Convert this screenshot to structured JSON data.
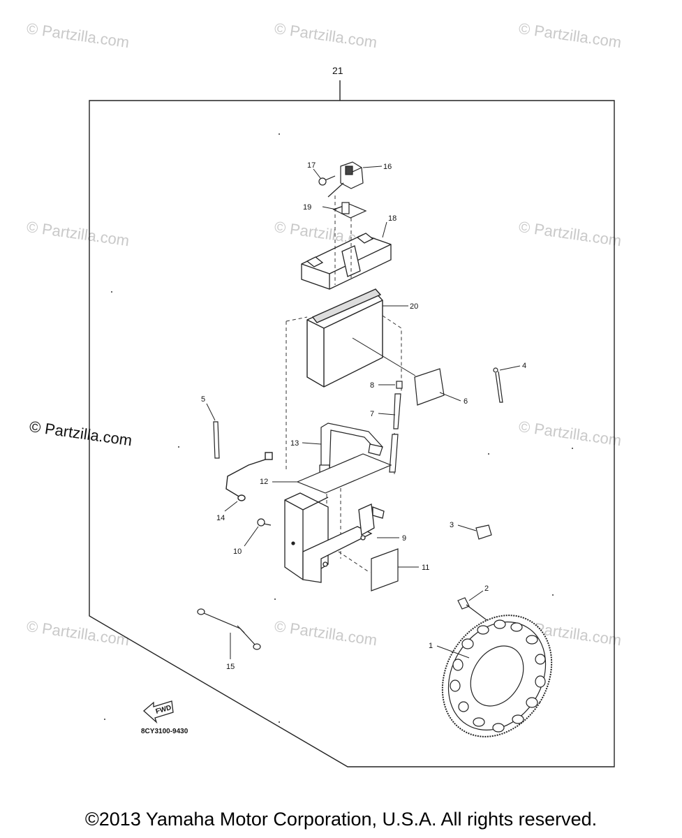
{
  "watermarks": [
    "© Partzilla.com",
    "© Partzilla.com",
    "© Partzilla.com",
    "© Partzilla.com",
    "© Partzilla.com",
    "© Partzilla.com",
    "© Partzilla.com",
    "© Partzilla.com",
    "© Partzilla.com",
    "© Partzilla.com",
    "© Partzilla.com"
  ],
  "frame_label": "21",
  "callouts": {
    "p1": "1",
    "p2": "2",
    "p3": "3",
    "p4": "4",
    "p5": "5",
    "p6": "6",
    "p7": "7",
    "p8": "8",
    "p9": "9",
    "p10": "10",
    "p11": "11",
    "p12": "12",
    "p13": "13",
    "p14": "14",
    "p15": "15",
    "p16": "16",
    "p17": "17",
    "p18": "18",
    "p19": "19",
    "p20": "20"
  },
  "fwd_label": "FWD",
  "diagram_code": "8CY3100-9430",
  "copyright": "©2013 Yamaha Motor Corporation, U.S.A. All rights reserved."
}
